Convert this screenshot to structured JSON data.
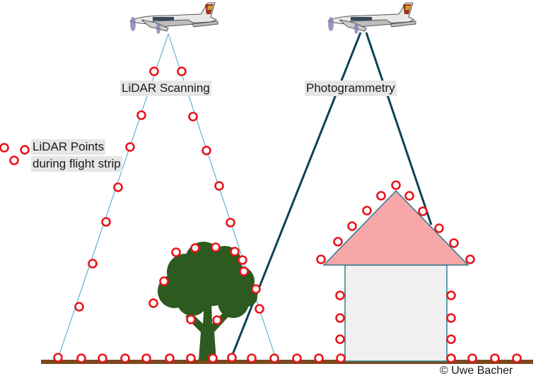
{
  "labels": {
    "lidar_scanning": "LiDAR Scanning",
    "photogrammetry": "Photogrammetry",
    "lidar_points_line1": "LiDAR Points",
    "lidar_points_line2": "during flight strip",
    "copyright": "© Uwe Bacher"
  },
  "colors": {
    "ground": "#7a4a1e",
    "lidar_beam": "#4aa3c8",
    "photo_ray": "#0e4258",
    "point_ring": "#e8141b",
    "tree": "#2d5a1e",
    "roof": "#f7a6aa",
    "house_wall": "#f0f0f0",
    "house_outline": "#2a7a8a"
  }
}
